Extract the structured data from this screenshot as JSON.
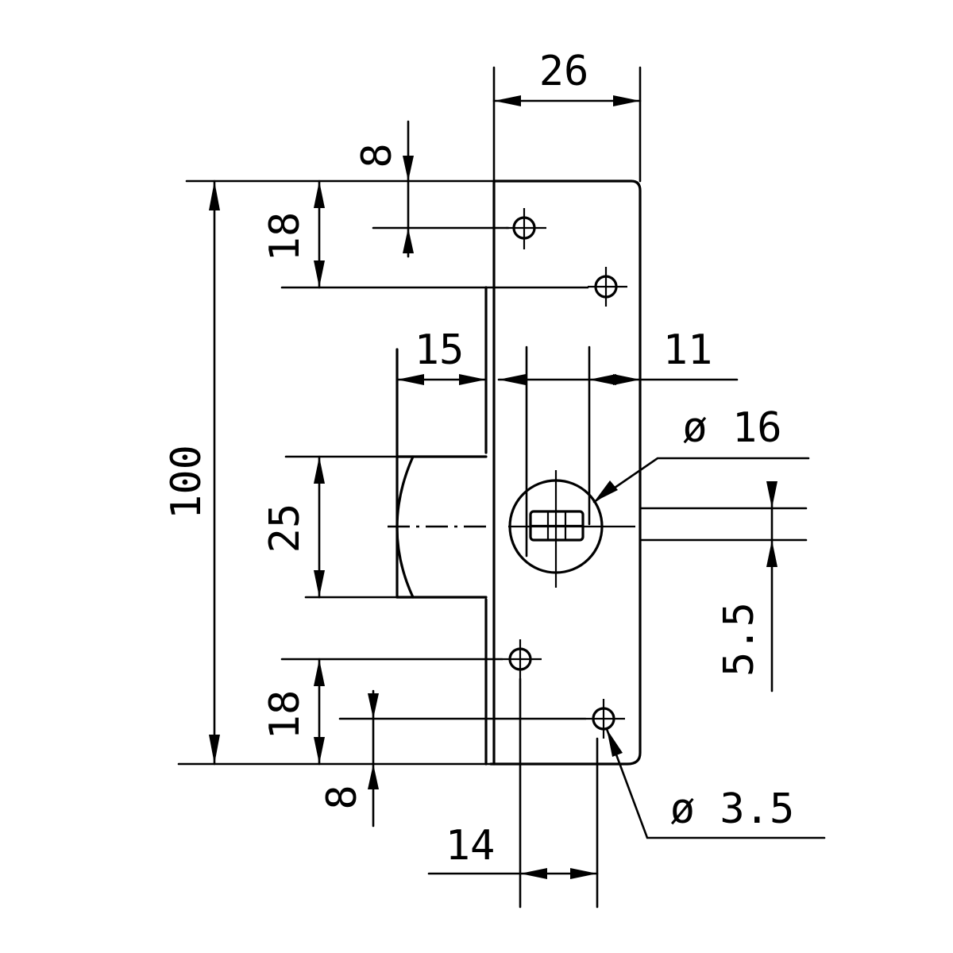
{
  "dimensions": {
    "width_top": "26",
    "offset_top": "8",
    "spacing_top": "18",
    "overall_height": "100",
    "recess_width": "15",
    "edge_offset": "11",
    "cylinder_diameter": "ø 16",
    "recess_height": "25",
    "slot_height": "5.5",
    "spacing_bottom": "18",
    "offset_bottom": "8",
    "hole_spacing": "14",
    "hole_diameter": "ø 3.5"
  },
  "colors": {
    "line": "#000000",
    "background": "#ffffff"
  }
}
